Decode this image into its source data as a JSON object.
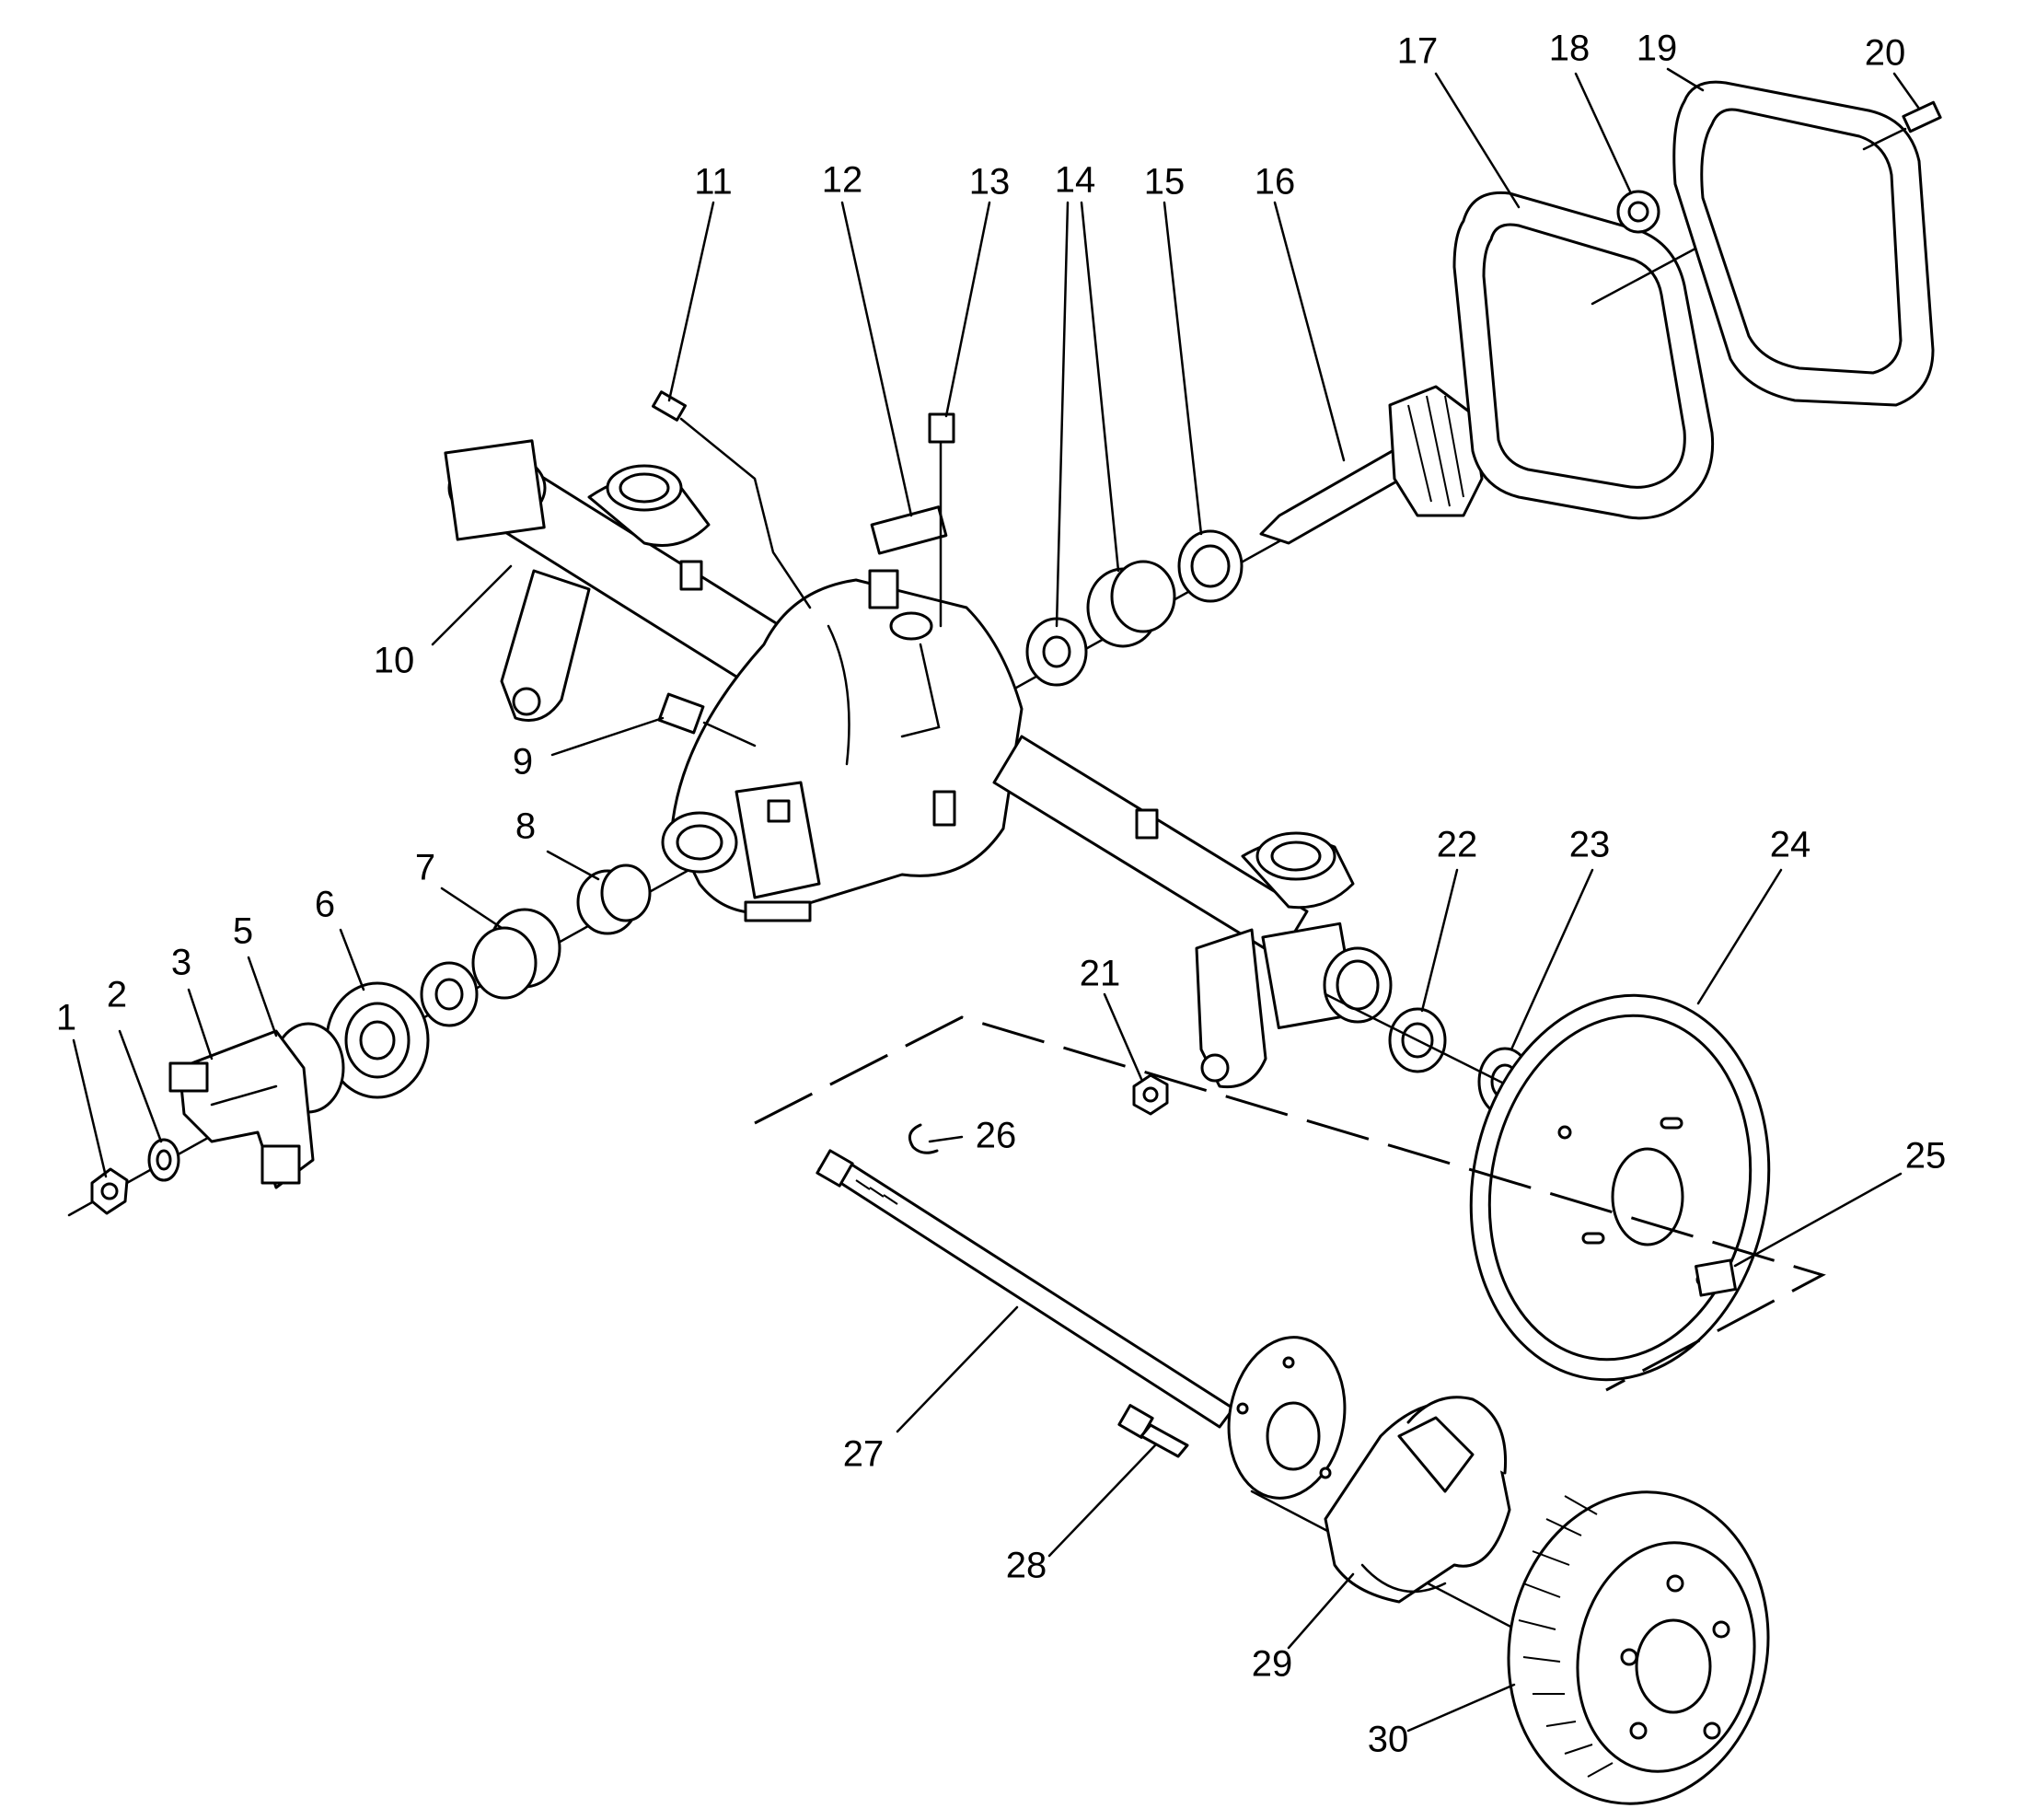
{
  "callouts": [
    "1",
    "2",
    "3",
    "5",
    "6",
    "7",
    "8",
    "9",
    "10",
    "11",
    "12",
    "13",
    "14",
    "15",
    "16",
    "17",
    "18",
    "19",
    "20",
    "21",
    "22",
    "23",
    "24",
    "25",
    "26",
    "27",
    "28",
    "29",
    "30"
  ],
  "colors": {
    "line": "#000000",
    "background": "#ffffff"
  }
}
